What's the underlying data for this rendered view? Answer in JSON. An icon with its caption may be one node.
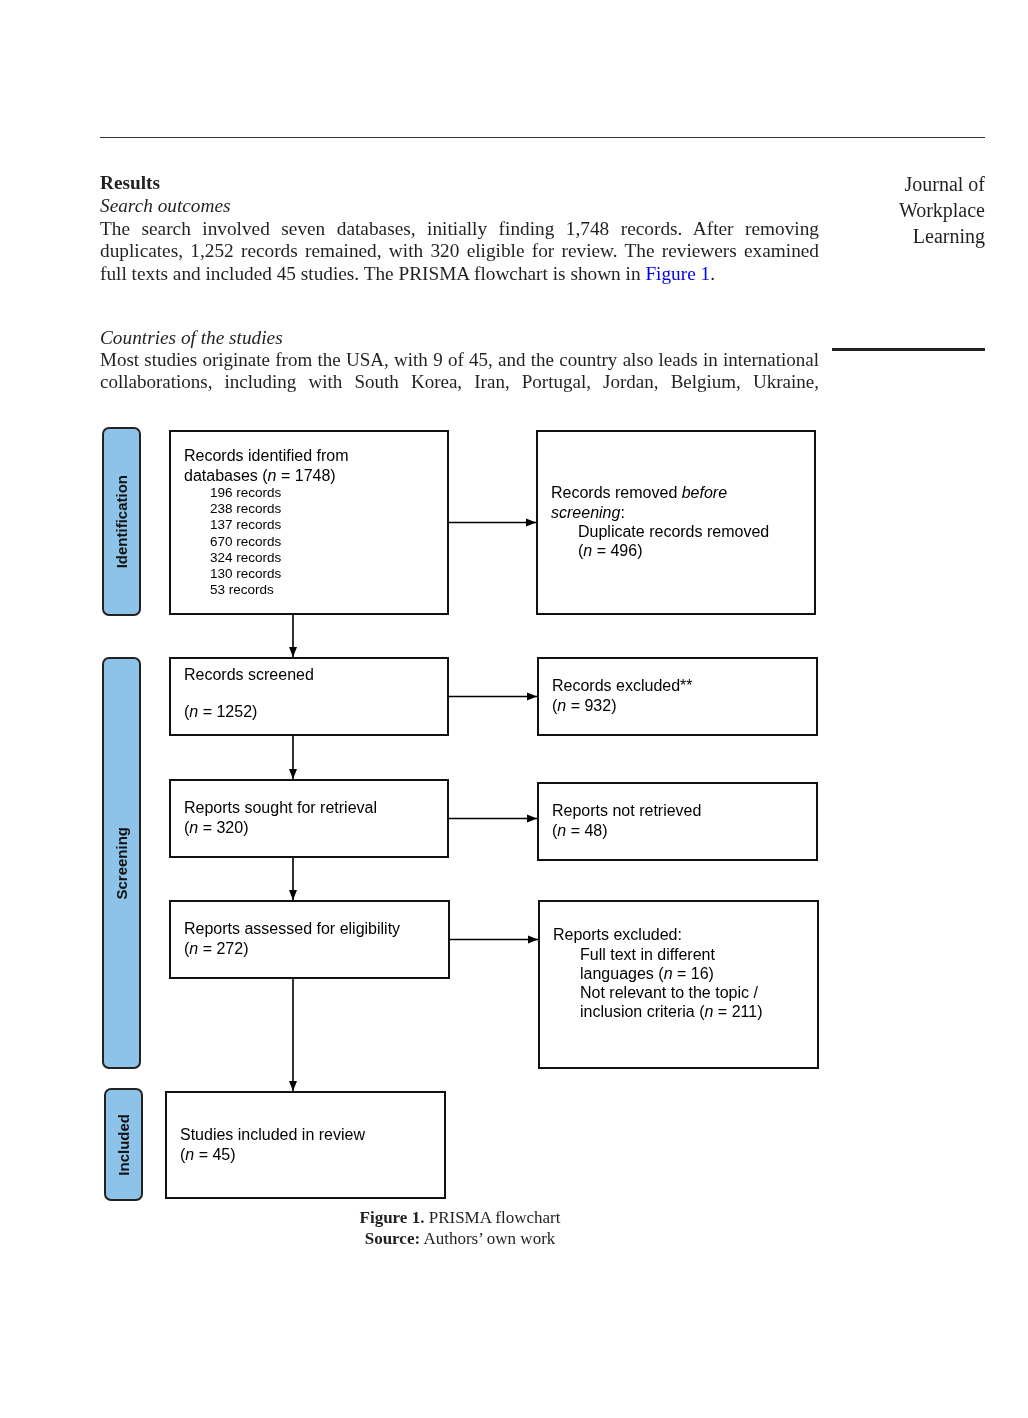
{
  "diagram": {
    "caption": "**Figure 1.** PRISMA flowchart",
    "nodes": [
      {
        "text": [
          "Identification"
        ]
      },
      {
        "text": [
          "Records identified from databases (*n* = 1748)",
          "196 records",
          "238 records",
          "137 records",
          "670 records",
          "324 records",
          "130 records",
          "53 records"
        ]
      },
      {
        "text": [
          "Records removed *before screening*:",
          "Duplicate records removed (*n* = 496)"
        ]
      },
      {
        "text": [
          "Screening"
        ]
      },
      {
        "text": [
          "Records screened",
          "(*n* = 1252)"
        ]
      },
      {
        "text": [
          "Records excluded**",
          "(*n* = 932)"
        ]
      },
      {
        "text": [
          "Reports sought for retrieval",
          "(*n* = 320)"
        ]
      },
      {
        "text": [
          "Reports not retrieved",
          "(*n* = 48)"
        ]
      },
      {
        "text": [
          "Reports assessed for eligibility",
          "(*n* = 272)"
        ]
      },
      {
        "text": [
          "Reports excluded:",
          "Full text in different languages (*n* = 16)",
          "Not relevant to the topic / inclusion criteria (*n* = 211)"
        ]
      },
      {
        "text": [
          "Included"
        ]
      },
      {
        "text": [
          "Studies included in review",
          "(*n* = 45)"
        ]
      }
    ],
    "edges": [
      {
        "from": 1,
        "to": 2,
        "arrow": "to"
      },
      {
        "from": 1,
        "to": 4,
        "arrow": "to"
      },
      {
        "from": 4,
        "to": 5,
        "arrow": "to"
      },
      {
        "from": 4,
        "to": 6,
        "arrow": "to"
      },
      {
        "from": 6,
        "to": 7,
        "arrow": "to"
      },
      {
        "from": 6,
        "to": 8,
        "arrow": "to"
      },
      {
        "from": 8,
        "to": 9,
        "arrow": "to"
      },
      {
        "from": 8,
        "to": 11,
        "arrow": "to"
      }
    ],
    "labels": [
      "Journal of Workplace Learning",
      "Results",
      "Search outcomes",
      "The search involved seven databases, initially finding 1,748 records. After removing duplicates, 1,252 records remained, with 320 eligible for review. The reviewers examined full texts and included 45 studies. The PRISMA flowchart is shown in",
      "Figure 1",
      ".",
      "Countries of the studies",
      "Most studies originate from the USA, with 9 of 45, and the country also leads in international collaborations, including with South Korea, Iran, Portugal, Jordan, Belgium, Ukraine,",
      "**Source:** Authors’ own work"
    ]
  }
}
